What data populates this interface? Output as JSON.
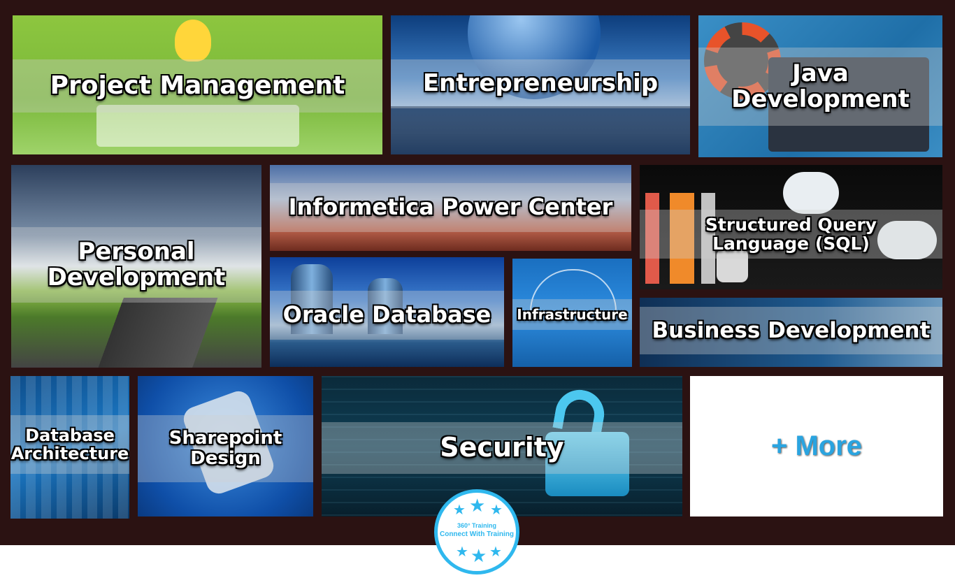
{
  "tiles": {
    "project_management": "Project Management",
    "entrepreneurship": "Entrepreneurship",
    "java_development": "Java Development",
    "personal_development": "Personal Development",
    "informatica": "Informetica Power Center",
    "sql": "Structured Query Language (SQL)",
    "oracle": "Oracle Database",
    "infrastructure": "Infrastructure",
    "business_development": "Business Development",
    "database_architecture": "Database Architecture",
    "sharepoint": "Sharepoint Design",
    "security": "Security",
    "more": "+ More"
  },
  "badge": {
    "brand": "360° Training",
    "tagline": "Connect With Training"
  },
  "colors": {
    "background": "#2b1212",
    "accent": "#2fb8ee"
  }
}
